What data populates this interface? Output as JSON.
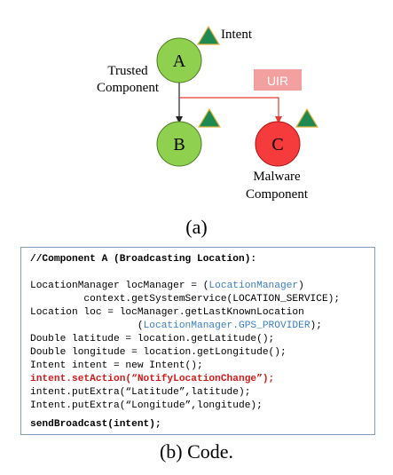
{
  "diagram": {
    "nodes": {
      "a": {
        "label": "A",
        "color": "#8fd14f"
      },
      "b": {
        "label": "B",
        "color": "#8fd14f"
      },
      "c": {
        "label": "C",
        "color": "#f53b3b"
      }
    },
    "labels": {
      "intent": "Intent",
      "trusted_line1": "Trusted",
      "trusted_line2": "Component",
      "malware_line1": "Malware",
      "malware_line2": "Component",
      "uir": "UIR"
    },
    "colors": {
      "triangle": "#1e8a52",
      "uir_box": "#f3a0a0",
      "red_line": "#e53935"
    }
  },
  "caption_a": "(a)",
  "code": {
    "title": "//Component A (Broadcasting Location):",
    "l1_pre": "LocationManager locManager = (",
    "l1_blue": "LocationManager",
    "l1_post": ")",
    "l2": "         context.getSystemService(LOCATION_SERVICE);",
    "l3": "Location loc = locManager.getLastKnownLocation",
    "l4_pre": "                  (",
    "l4_blue": "LocationManager.GPS_PROVIDER",
    "l4_post": ");",
    "l5": "Double latitude = location.getLatitude();",
    "l6": "Double longitude = location.getLongitude();",
    "l7": "Intent intent = new Intent();",
    "l8": "intent.setAction(“NotifyLocationChange”);",
    "l9": "intent.putExtra(“Latitude”,latitude);",
    "l10": "Intent.putExtra(“Longitude”,longitude);",
    "l11": "sendBroadcast(intent);"
  },
  "caption_b": "(b) Code."
}
